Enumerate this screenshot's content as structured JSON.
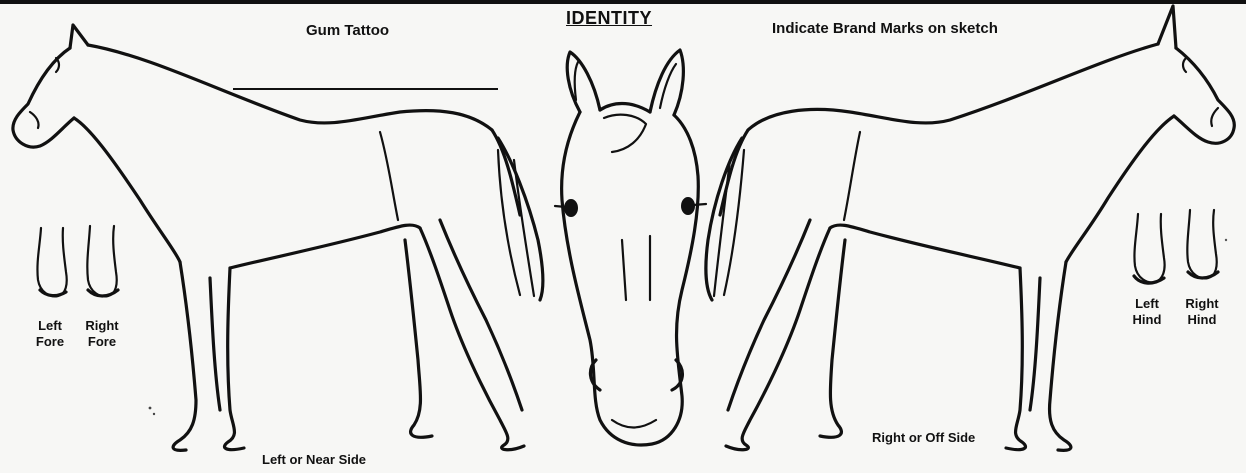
{
  "form": {
    "title": "IDENTITY",
    "gum_tattoo_label": "Gum Tattoo",
    "gum_tattoo_value": "",
    "brand_marks_label": "Indicate Brand Marks on sketch"
  },
  "legs": {
    "left_fore": "Left\nFore",
    "right_fore": "Right\nFore",
    "left_hind": "Left\nHind",
    "right_hind": "Right\nHind"
  },
  "sides": {
    "near": "Left or Near Side",
    "off": "Right or Off Side"
  },
  "colors": {
    "ink": "#111111",
    "paper": "#f7f7f5"
  }
}
